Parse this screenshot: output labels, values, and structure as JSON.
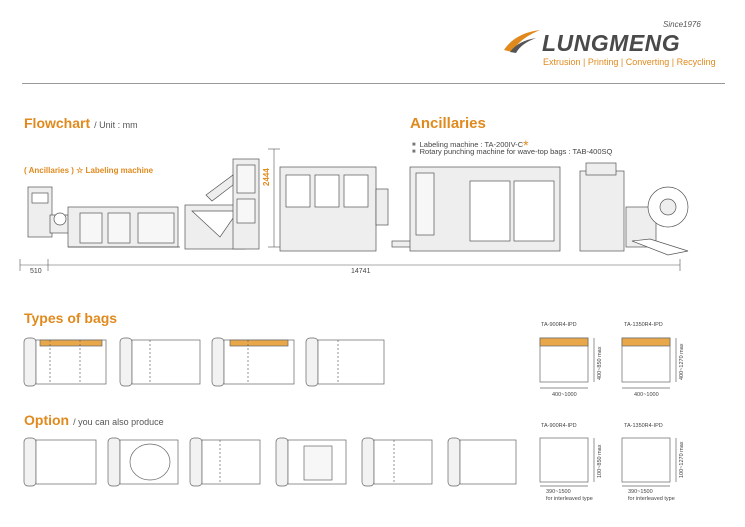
{
  "brand": {
    "since": "Since1976",
    "name": "LUNGMENG",
    "tagline": "Extrusion | Printing | Converting | Recycling",
    "accent_color": "#e08a1e",
    "logo_icon": "swoosh-logo-icon"
  },
  "flowchart": {
    "title": "Flowchart",
    "unit": "/ Unit : mm",
    "ancillary_label": "( Ancillaries ) ☆ Labeling machine",
    "height_dim": "2444",
    "width_small_dim": "510",
    "width_total_dim": "14741"
  },
  "ancillaries": {
    "title": "Ancillaries",
    "items": [
      "Labeling machine : TA-200IV-C",
      "Rotary punching machine for wave-top bags : TAB-400SQ"
    ],
    "star": "*"
  },
  "types_of_bags": {
    "title": "Types of bags",
    "specs": [
      {
        "model": "TA-900R4-IPD",
        "width": "400~1000",
        "length": "400~850 max"
      },
      {
        "model": "TA-1350R4-IPD",
        "width": "400~1000",
        "length": "400~1270 max"
      }
    ]
  },
  "option": {
    "title": "Option",
    "sub": "/ you can also produce",
    "specs": [
      {
        "model": "TA-900R4-IPD",
        "width": "390~1500",
        "note": "for interleaved type",
        "length": "100~850 max"
      },
      {
        "model": "TA-1350R4-IPD",
        "width": "390~1500",
        "note": "for interleaved type",
        "length": "100~1270 max"
      }
    ]
  }
}
